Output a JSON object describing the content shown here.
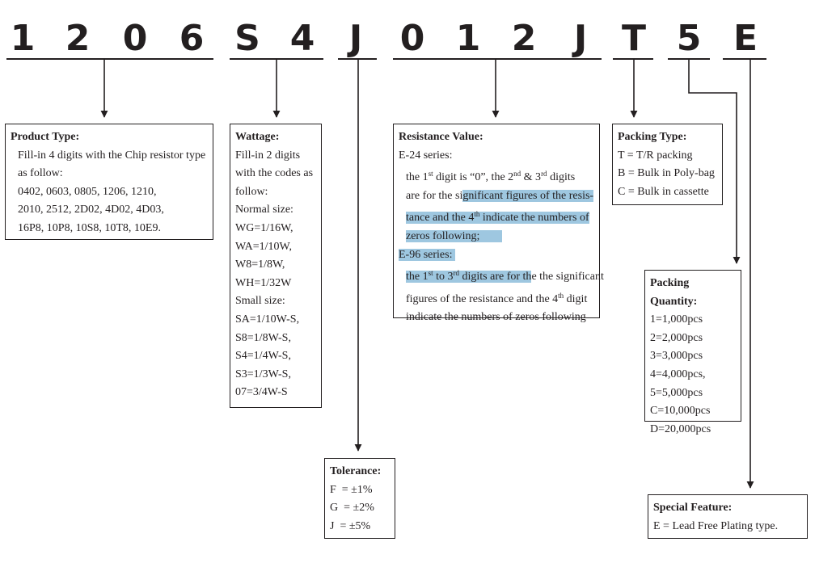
{
  "part_number": [
    "1",
    "2",
    "0",
    "6",
    "S",
    "4",
    "J",
    "0",
    "1",
    "2",
    "J",
    "T",
    "5",
    "E"
  ],
  "product_type": {
    "title": "Product Type:",
    "lines": [
      "Fill-in 4 digits with the Chip resistor type",
      "as follow:",
      "0402, 0603, 0805, 1206, 1210,",
      "2010, 2512, 2D02, 4D02, 4D03,",
      "16P8, 10P8, 10S8, 10T8, 10E9."
    ]
  },
  "wattage": {
    "title": "Wattage:",
    "lines": [
      "Fill-in 2 digits",
      "with the codes as",
      "follow:",
      "Normal size:",
      "WG=1/16W,",
      "WA=1/10W,",
      "W8=1/8W,",
      "WH=1/32W",
      "Small size:",
      "SA=1/10W-S,",
      "S8=1/8W-S,",
      "S4=1/4W-S,",
      "S3=1/3W-S,",
      "07=3/4W-S"
    ]
  },
  "tolerance": {
    "title": "Tolerance:",
    "lines": [
      "F  = ±1%",
      "G  = ±2%",
      "J  = ±5%"
    ]
  },
  "resistance": {
    "title": "Resistance Value:",
    "e24_label": "E-24 series:",
    "l1a": "the 1",
    "l1b": "st",
    "l1c": " digit is “0”, the 2",
    "l1d": "nd",
    "l1e": " & 3",
    "l1f": "rd",
    "l1g": " digits",
    "l2a": "are for the si",
    "l2b": "gnificant figures of the resis-",
    "l3a": "tance and the 4",
    "l3b": "th",
    "l3c": " indicate the numbers of",
    "l4": "zeros following;",
    "e96_label": "E-96 series:",
    "l5a": "the 1",
    "l5b": "st",
    "l5c": " to 3",
    "l5d": "rd",
    "l5e": " digits are for th",
    "l5f": "e the significant",
    "l6a": "figures of the resistance and the 4",
    "l6b": "th",
    "l6c": " digit",
    "l7": "indicate the numbers of zeros following"
  },
  "packing_type": {
    "title": "Packing Type:",
    "lines": [
      "T = T/R packing",
      "B = Bulk in Poly-bag",
      "C = Bulk in cassette"
    ]
  },
  "packing_quantity": {
    "title": "Packing Quantity:",
    "lines": [
      "1=1,000pcs",
      "2=2,000pcs",
      "3=3,000pcs",
      "4=4,000pcs,",
      "5=5,000pcs",
      "C=10,000pcs",
      "D=20,000pcs"
    ]
  },
  "special_feature": {
    "title": "Special Feature:",
    "lines": [
      "E = Lead Free Plating type."
    ]
  },
  "colors": {
    "ink": "#231f20",
    "highlight": "#9ec7e0"
  }
}
